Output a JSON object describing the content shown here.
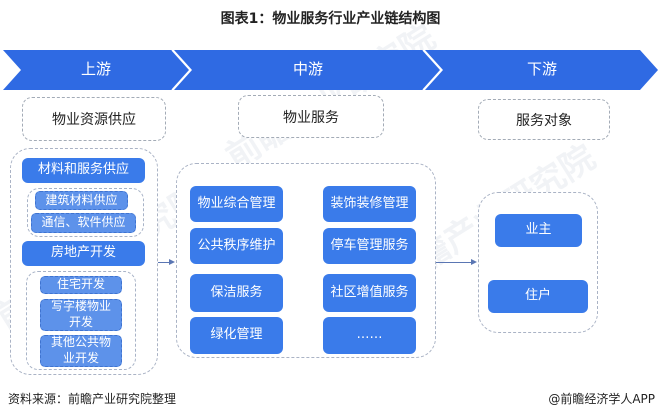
{
  "title": "图表1：物业服务行业产业链结构图",
  "colors": {
    "banner": "#2f6ae3",
    "primary_box": "#3a7bea",
    "sub_box": "#5d92ea",
    "dashed_border": "#aab3c5",
    "arrow": "#5a76b3"
  },
  "stages": [
    {
      "label": "上游",
      "header": "物业资源供应"
    },
    {
      "label": "中游",
      "header": "物业服务"
    },
    {
      "label": "下游",
      "header": "服务对象"
    }
  ],
  "upstream": {
    "groups": [
      {
        "title": "材料和服务供应",
        "items": [
          "建筑材料供应",
          "通信、软件供应"
        ]
      },
      {
        "title": "房地产开发",
        "items": [
          "住宅开发",
          "写字楼物业\n开发",
          "其他公共物\n业开发"
        ]
      }
    ]
  },
  "midstream": {
    "left_column": [
      "物业综合管理",
      "公共秩序维护",
      "保洁服务",
      "绿化管理"
    ],
    "right_column": [
      "装饰装修管理",
      "停车管理服务",
      "社区增值服务",
      "……"
    ]
  },
  "downstream": {
    "items": [
      "业主",
      "住户"
    ]
  },
  "footer": {
    "source": "资料来源：前瞻产业研究院整理",
    "credit": "@前瞻经济学人APP"
  },
  "watermark": "前瞻产业研究院"
}
